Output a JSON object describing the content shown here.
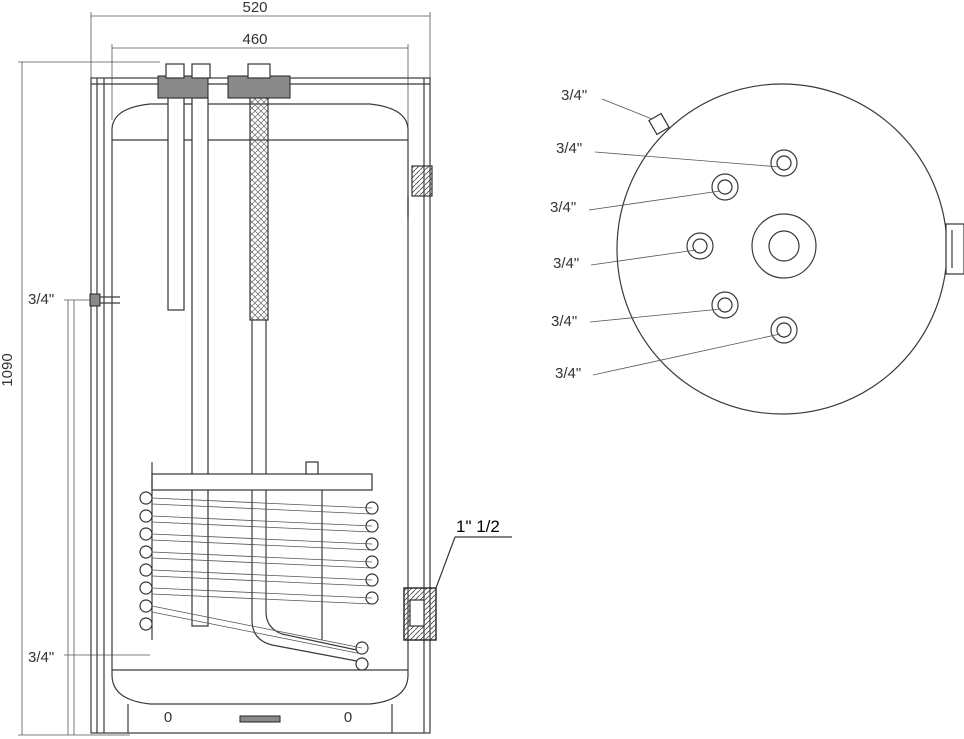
{
  "dimensions": {
    "outer_width": "520",
    "inner_width": "460",
    "height": "1090"
  },
  "side_view": {
    "upper_side_connection": "3/4\"",
    "lower_side_connection": "3/4\"",
    "flange_connection": "1\" 1/2",
    "bottom_marks": [
      "0",
      "0"
    ]
  },
  "top_view": {
    "connections": [
      "3/4\"",
      "3/4\"",
      "3/4\"",
      "3/4\"",
      "3/4\"",
      "3/4\""
    ]
  },
  "colors": {
    "line": "#3a3a3a",
    "hatch": "#8a8a8a",
    "background": "#ffffff"
  }
}
